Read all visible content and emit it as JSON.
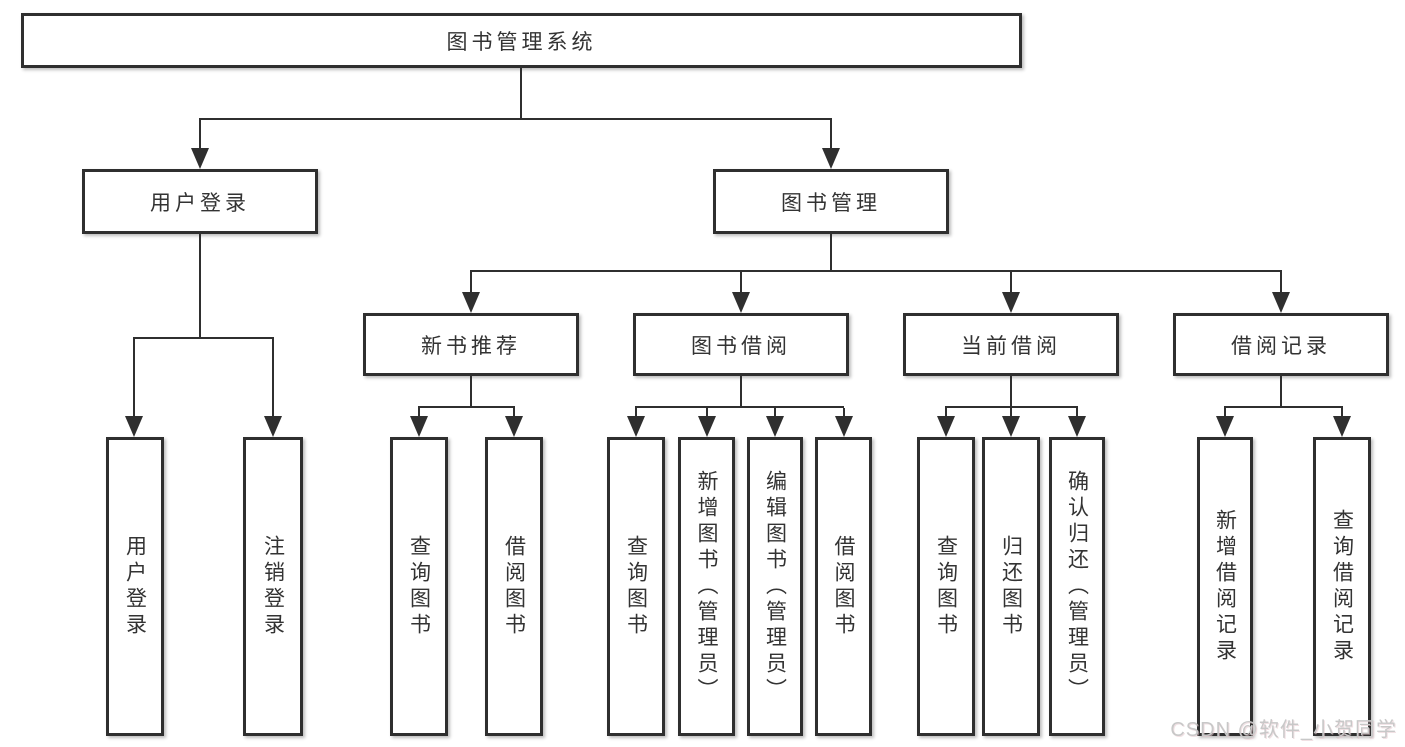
{
  "diagram": {
    "root": {
      "label": "图书管理系统"
    },
    "level1": [
      {
        "label": "用户登录"
      },
      {
        "label": "图书管理"
      }
    ],
    "level2": [
      {
        "label": "新书推荐"
      },
      {
        "label": "图书借阅"
      },
      {
        "label": "当前借阅"
      },
      {
        "label": "借阅记录"
      }
    ],
    "leaves": [
      {
        "label": "用户登录"
      },
      {
        "label": "注销登录"
      },
      {
        "label": "查询图书"
      },
      {
        "label": "借阅图书"
      },
      {
        "label": "查询图书"
      },
      {
        "label": "新增图书（管理员）"
      },
      {
        "label": "编辑图书（管理员）"
      },
      {
        "label": "借阅图书"
      },
      {
        "label": "查询图书"
      },
      {
        "label": "归还图书"
      },
      {
        "label": "确认归还（管理员）"
      },
      {
        "label": "新增借阅记录"
      },
      {
        "label": "查询借阅记录"
      }
    ]
  },
  "watermark": {
    "text": "CSDN @软件_小贺同学"
  },
  "colors": {
    "line": "#2f2f2f",
    "box_background": "#ffffff",
    "text": "#333333",
    "watermark": "#c8c8c8"
  }
}
